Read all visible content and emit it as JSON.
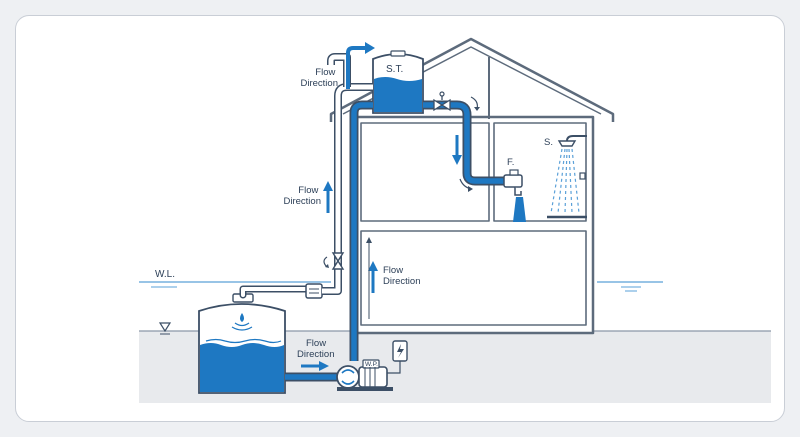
{
  "labels": {
    "storage_tank": "S.T.",
    "water_level": "W.L.",
    "faucet": "F.",
    "shower": "S.",
    "water_pump": "W.P."
  },
  "flow_labels": [
    {
      "line1": "Flow",
      "line2": "Direction"
    },
    {
      "line1": "Flow",
      "line2": "Direction"
    },
    {
      "line1": "Flow",
      "line2": "Direction"
    },
    {
      "line1": "Flow",
      "line2": "Direction"
    }
  ],
  "colors": {
    "water": "#1e78c2",
    "pipe_outline": "#3c4f66",
    "ground": "#e7e9ec",
    "water_line": "#5aa0d8"
  }
}
